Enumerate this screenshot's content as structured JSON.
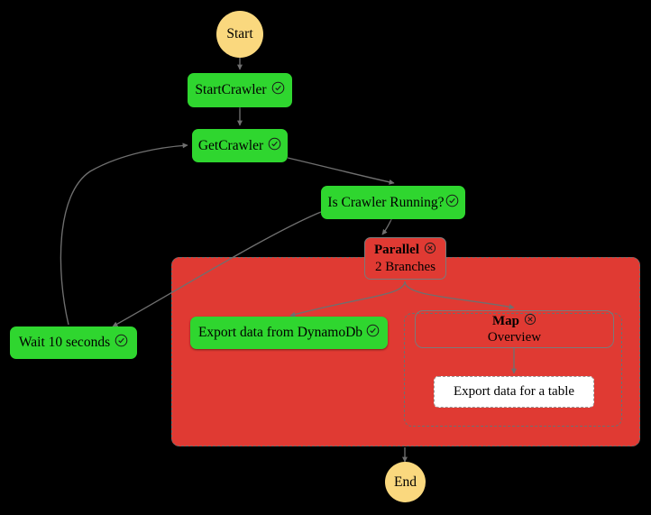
{
  "diagram": {
    "type": "state-machine-graph",
    "title": "Step Functions workflow graph",
    "background": "#000000",
    "colors": {
      "task_green": "#2fd62f",
      "terminal_yellow": "#fad87e",
      "group_red": "#e03a33",
      "edge_gray": "#6f6f6f",
      "white_node": "#ffffff"
    },
    "nodes": {
      "start": {
        "label": "Start",
        "status_icon": "",
        "shape": "circle"
      },
      "start_crawler": {
        "label": "StartCrawler",
        "status_icon": "check-circle-icon",
        "shape": "rounded-rect"
      },
      "get_crawler": {
        "label": "GetCrawler",
        "status_icon": "check-circle-icon",
        "shape": "rounded-rect"
      },
      "is_crawler_running": {
        "label": "Is Crawler Running?",
        "status_icon": "check-circle-icon",
        "shape": "rounded-rect"
      },
      "wait": {
        "label": "Wait 10 seconds",
        "status_icon": "check-circle-icon",
        "shape": "rounded-rect"
      },
      "parallel": {
        "label": "Parallel",
        "sublabel": "2 Branches",
        "status_icon": "error-circle-icon",
        "shape": "rounded-rect"
      },
      "export_dynamodb": {
        "label": "Export data from DynamoDb",
        "status_icon": "check-circle-icon",
        "shape": "rounded-rect"
      },
      "map": {
        "label": "Map",
        "sublabel": "Overview",
        "status_icon": "error-circle-icon",
        "shape": "rounded-rect"
      },
      "export_table": {
        "label": "Export data for a table",
        "status_icon": "",
        "shape": "rounded-rect"
      },
      "end": {
        "label": "End",
        "status_icon": "",
        "shape": "circle"
      }
    },
    "edges": [
      {
        "from": "start",
        "to": "start_crawler"
      },
      {
        "from": "start_crawler",
        "to": "get_crawler"
      },
      {
        "from": "get_crawler",
        "to": "is_crawler_running"
      },
      {
        "from": "is_crawler_running",
        "to": "wait"
      },
      {
        "from": "wait",
        "to": "get_crawler"
      },
      {
        "from": "is_crawler_running",
        "to": "parallel"
      },
      {
        "from": "parallel",
        "to": "export_dynamodb"
      },
      {
        "from": "parallel",
        "to": "map"
      },
      {
        "from": "map",
        "to": "export_table"
      },
      {
        "from": "parallel",
        "to": "end"
      }
    ]
  }
}
